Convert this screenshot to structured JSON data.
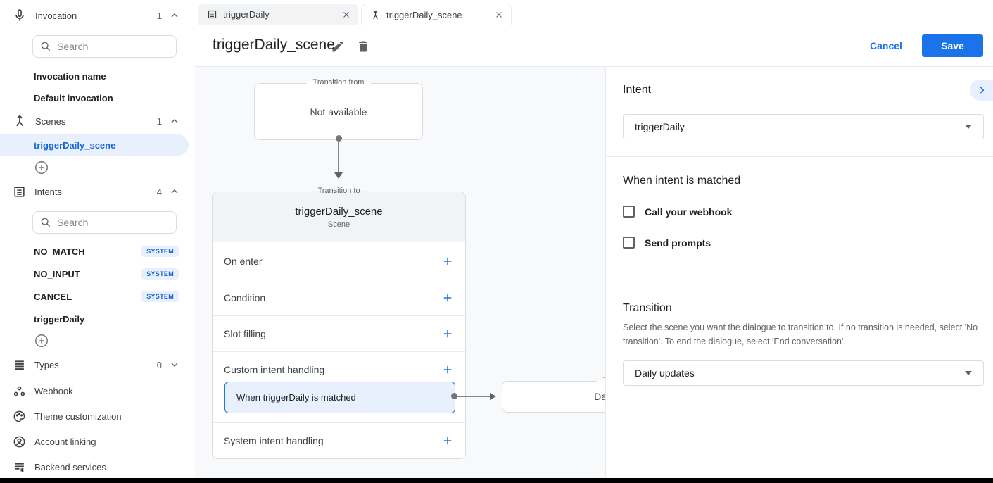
{
  "header": {
    "title": "triggerDaily_scene",
    "cancel_label": "Cancel",
    "save_label": "Save"
  },
  "tabs": {
    "tab1": "triggerDaily",
    "tab2": "triggerDaily_scene"
  },
  "sidebar": {
    "invocation": {
      "label": "Invocation",
      "count": "1",
      "search_placeholder": "Search"
    },
    "invocation_items": [
      "Invocation name",
      "Default invocation"
    ],
    "scenes": {
      "label": "Scenes",
      "count": "1",
      "selected": "triggerDaily_scene"
    },
    "intents": {
      "label": "Intents",
      "count": "4",
      "search_placeholder": "Search"
    },
    "intent_items": [
      {
        "label": "NO_MATCH",
        "badge": "SYSTEM"
      },
      {
        "label": "NO_INPUT",
        "badge": "SYSTEM"
      },
      {
        "label": "CANCEL",
        "badge": "SYSTEM"
      },
      {
        "label": "triggerDaily"
      }
    ],
    "types": {
      "label": "Types",
      "count": "0"
    },
    "webhook_label": "Webhook",
    "theme_label": "Theme customization",
    "account_label": "Account linking",
    "backend_label": "Backend services"
  },
  "canvas": {
    "from_box": {
      "legend": "Transition from",
      "text": "Not available"
    },
    "scene_card": {
      "legend": "Transition to",
      "title": "triggerDaily_scene",
      "subtitle": "Scene",
      "rows": [
        "On enter",
        "Condition",
        "Slot filling",
        "Custom intent handling",
        "System intent handling"
      ],
      "handler": "When triggerDaily is matched"
    },
    "target_box": {
      "legend": "Transition to",
      "text": "Daily updates"
    }
  },
  "panel": {
    "intent_heading": "Intent",
    "intent_value": "triggerDaily",
    "matched_heading": "When intent is matched",
    "checkbox_webhook": "Call your webhook",
    "checkbox_prompts": "Send prompts",
    "transition_heading": "Transition",
    "transition_description": "Select the scene you want the dialogue to transition to. If no transition is needed, select 'No transition'. To end the dialogue, select 'End conversation'.",
    "transition_value": "Daily updates"
  },
  "colors": {
    "accent": "#1a73e8",
    "selected_bg": "#e8f0fe",
    "canvas_bg": "#f8f9fa"
  }
}
